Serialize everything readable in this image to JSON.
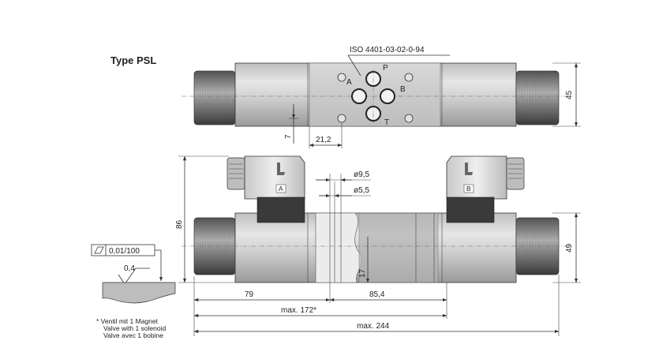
{
  "title": "Type PSL",
  "standard": "ISO 4401-03-02-0-94",
  "ports": {
    "p": "P",
    "a": "A",
    "b": "B",
    "t": "T"
  },
  "coils": {
    "left": "A",
    "right": "B"
  },
  "dimensions": {
    "height_top": "45",
    "offset_small": "7",
    "port_offset": "21,2",
    "dia_large": "ø9,5",
    "dia_small": "ø5,5",
    "total_height": "86",
    "body_height": "49",
    "depth": "17",
    "left_len": "79",
    "right_len": "85,4",
    "max_172": "max. 172*",
    "max_244": "max. 244"
  },
  "tolerance": {
    "flatness": "0,01/100",
    "roughness": "0,4"
  },
  "footnote": [
    "* Ventil mit 1 Magnet",
    "Valve with 1 solenoid",
    "Valve avec 1 bobine"
  ]
}
